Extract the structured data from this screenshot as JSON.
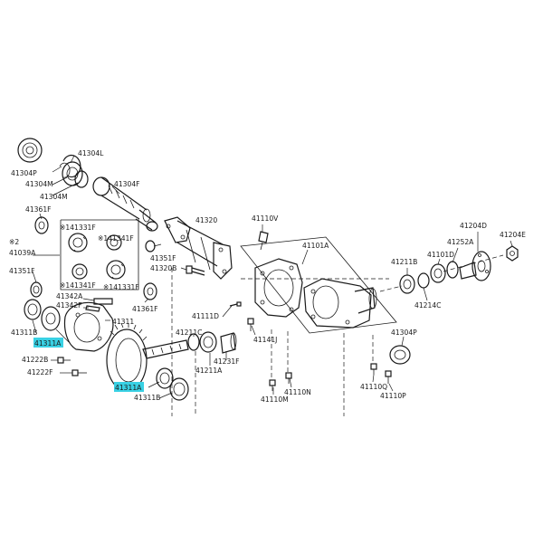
{
  "labels": {
    "l_41304l": "41304L",
    "l_41304p_top": "41304P",
    "l_41304m_a": "41304M",
    "l_41304m_b": "41304M",
    "l_41304f": "41304F",
    "l_41361f_top": "41361F",
    "l_41331f_a": "※141331F",
    "l_41341f_a": "※141341F",
    "l_note2": "※2",
    "l_41039a": "41039A",
    "l_41351f_left": "41351F",
    "l_41341f_b": "※141341F",
    "l_41331f_b": "※141331F",
    "l_41342a": "41342A",
    "l_41342f": "41342F",
    "l_41311b_left": "41311B",
    "l_41311a_left": "41311A",
    "l_41311": "41311",
    "l_41222b": "41222B",
    "l_41222f": "41222F",
    "l_41311a_bottom": "41311A",
    "l_41311b_bottom": "41311B",
    "l_41320": "41320",
    "l_41351f_mid": "41351F",
    "l_41320b": "41320B",
    "l_41361f_mid": "41361F",
    "l_41110v": "41110V",
    "l_41111d": "41111D",
    "l_41211c": "41211C",
    "l_41231f": "41231F",
    "l_41211a": "41211A",
    "l_41101a": "41101A",
    "l_41141j": "41141J",
    "l_41110m": "41110M",
    "l_41110n": "41110N",
    "l_41110q": "41110Q",
    "l_41110p": "41110P",
    "l_41304p_right": "41304P",
    "l_41211b": "41211B",
    "l_41214c": "41214C",
    "l_41101d": "41101D",
    "l_41204d": "41204D",
    "l_41252a": "41252A",
    "l_41204e": "41204E"
  },
  "highlight_color": "#39d1e4"
}
